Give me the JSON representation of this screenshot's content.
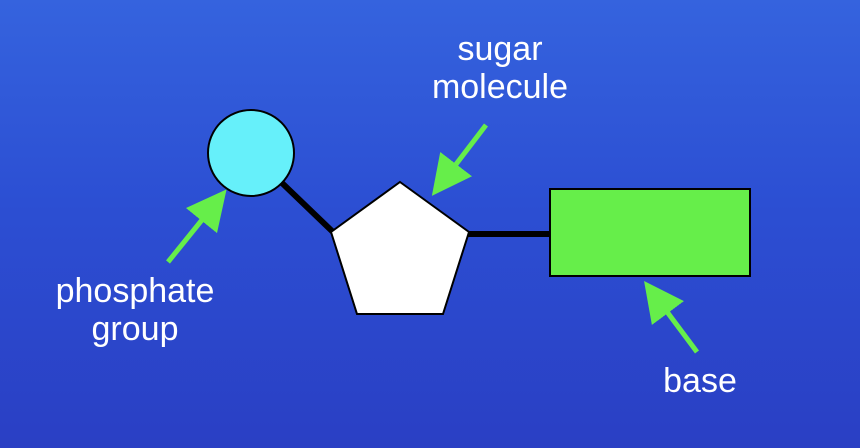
{
  "labels": {
    "sugar_line1": "sugar",
    "sugar_line2": "molecule",
    "phosphate_line1": "phosphate",
    "phosphate_line2": "group",
    "base": "base"
  },
  "colors": {
    "background": "#2c4fd3",
    "phosphate_fill": "#66f0fa",
    "sugar_fill": "#ffffff",
    "base_fill": "#66ee4a",
    "arrow": "#66ee4a",
    "bond": "#000000",
    "text": "#ffffff"
  }
}
